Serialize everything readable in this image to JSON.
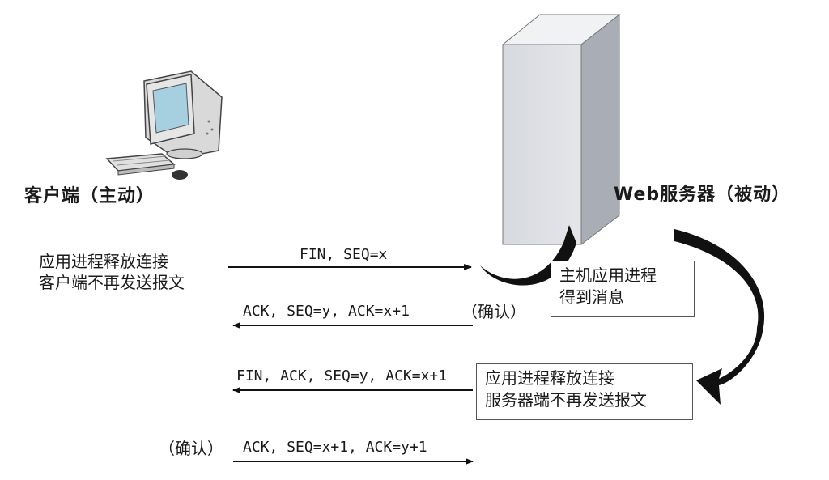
{
  "client": {
    "label": "客户端（主动）"
  },
  "server": {
    "label": "Web服务器（被动）"
  },
  "client_note": {
    "line1": "应用进程释放连接",
    "line2": "客户端不再发送报文"
  },
  "server_note_1": {
    "line1": "主机应用进程",
    "line2": "得到消息"
  },
  "server_note_2": {
    "line1": "应用进程释放连接",
    "line2": "服务器端不再发送报文"
  },
  "messages": {
    "m1": "FIN, SEQ=x",
    "m2": "ACK, SEQ=y,  ACK=x+1",
    "m2_note": "（确认）",
    "m3": "FIN, ACK, SEQ=y,  ACK=x+1",
    "m4_note": "（确认）",
    "m4": "ACK, SEQ=x+1,  ACK=y+1"
  }
}
